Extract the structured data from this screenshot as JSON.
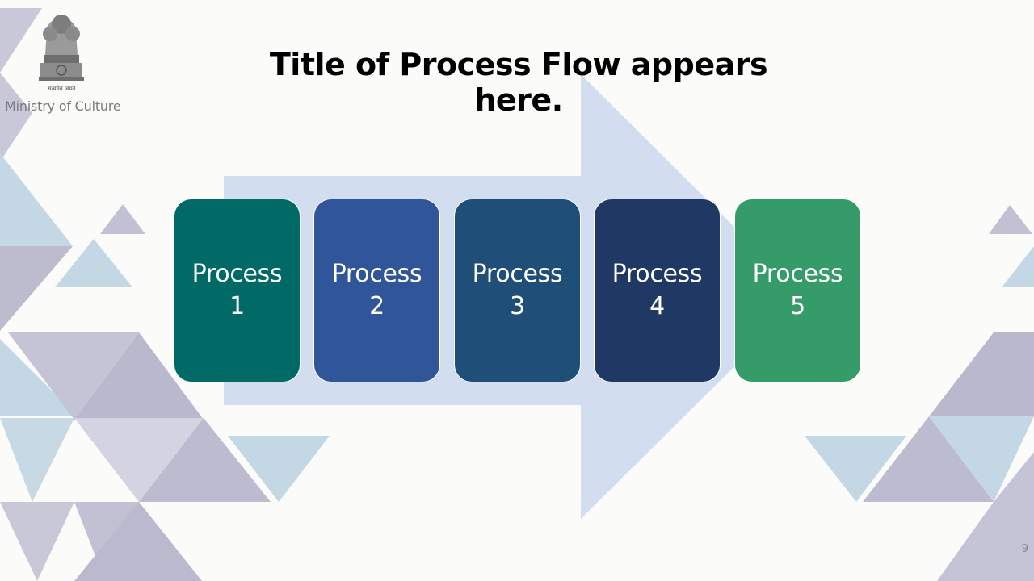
{
  "header": {
    "ministry_label": "Ministry of Culture",
    "emblem_motto": "सत्यमेव जयते"
  },
  "title": "Title of Process Flow appears here.",
  "process_steps": [
    {
      "label": "Process\n1",
      "color": "#026a66"
    },
    {
      "label": "Process\n2",
      "color": "#305598"
    },
    {
      "label": "Process\n3",
      "color": "#1f4e79"
    },
    {
      "label": "Process\n4",
      "color": "#203864"
    },
    {
      "label": "Process\n5",
      "color": "#359b69"
    }
  ],
  "arrow_color": "#d2ddef",
  "page_number": "9"
}
